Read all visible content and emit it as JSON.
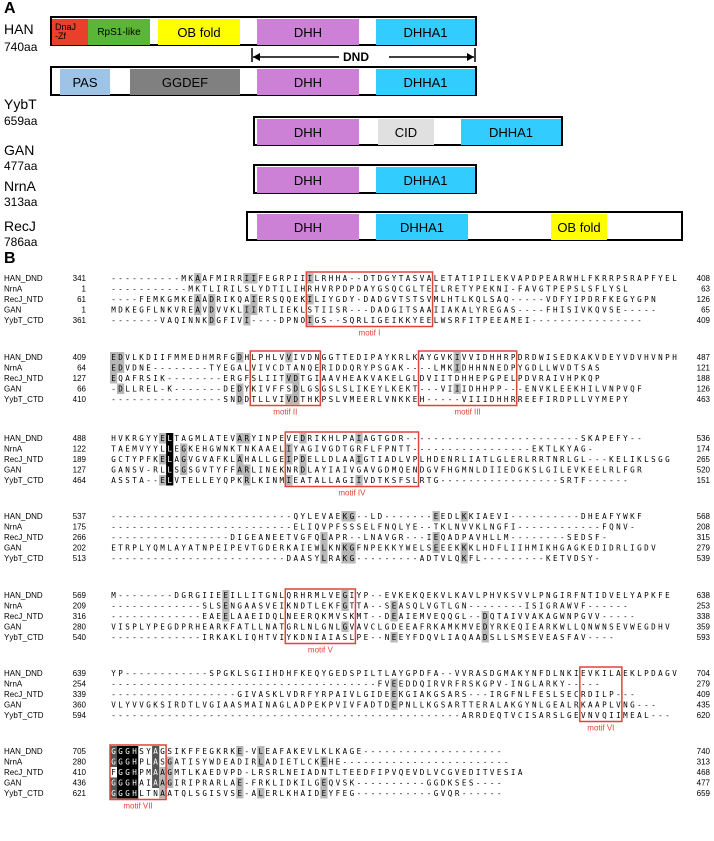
{
  "panel_a": {
    "label": "A",
    "proteins": [
      {
        "name": "HAN",
        "length": "740aa",
        "domains": [
          {
            "label": "DnaJ\n-Zf",
            "color": "#e8402b"
          },
          {
            "label": "RpS1-like",
            "color": "#5bb536"
          },
          {
            "label": "OB fold",
            "color": "#ffff00"
          },
          {
            "label": "DHH",
            "color": "#cc80d6"
          },
          {
            "label": "DHHA1",
            "color": "#33ccff"
          }
        ]
      },
      {
        "name": "YybT",
        "length": "659aa",
        "domains": [
          {
            "label": "PAS",
            "color": "#9dc3e6"
          },
          {
            "label": "GGDEF",
            "color": "#808080"
          },
          {
            "label": "DHH",
            "color": "#cc80d6"
          },
          {
            "label": "DHHA1",
            "color": "#33ccff"
          }
        ]
      },
      {
        "name": "GAN",
        "length": "477aa",
        "domains": [
          {
            "label": "DHH",
            "color": "#cc80d6"
          },
          {
            "label": "CID",
            "color": "#e0e0e0"
          },
          {
            "label": "DHHA1",
            "color": "#33ccff"
          }
        ]
      },
      {
        "name": "NrnA",
        "length": "313aa",
        "domains": [
          {
            "label": "DHH",
            "color": "#cc80d6"
          },
          {
            "label": "DHHA1",
            "color": "#33ccff"
          }
        ]
      },
      {
        "name": "RecJ",
        "length": "786aa",
        "domains": [
          {
            "label": "DHH",
            "color": "#cc80d6"
          },
          {
            "label": "DHHA1",
            "color": "#33ccff"
          },
          {
            "label": "OB fold",
            "color": "#ffff00"
          }
        ]
      }
    ],
    "dnd_label": "DND"
  },
  "panel_b": {
    "label": "B",
    "blocks": [
      {
        "rows": [
          {
            "name": "HAN_DND",
            "start": "341",
            "seq": "----------MKAAFMIRRIIFEGRPIIILRHHA--DTDGYTASVALETATIPILEKVAPDPEARWHLFKRRPSRAPFYEL",
            "end": "408"
          },
          {
            "name": "NrnA",
            "start": "1",
            "seq": "-----------MKTLIRILSLYDTILIHRHVRPDPDAYGSQCGLTEILRETYPEKNI-FAVGTPEPSLSFLYSL",
            "end": "63"
          },
          {
            "name": "RecJ_NTD",
            "start": "61",
            "seq": "----FEMKGMKEAADRIKQAIERSQQEKILIYGDY-DADGVTSTSVMLHTLKQLSAQ-----VDFYIPDRFKEGYGPN",
            "end": "126"
          },
          {
            "name": "GAN",
            "start": "1",
            "seq": "MDKEGFLNKVREAVDVVKLIIRTLIEKLSTIISR---DADGITSAAIIAKALYREGAS----FHISIVKQVSE-----",
            "end": "65"
          },
          {
            "name": "YybT_CTD",
            "start": "361",
            "seq": "-------VAQINNKDGFIVI----DPNOIGS--SQRLIGEIKKYEELWSRFITPEEAMEI----------------",
            "end": "409"
          }
        ],
        "motifs": [
          {
            "label": "motif I"
          }
        ]
      },
      {
        "rows": [
          {
            "name": "HAN_DND",
            "start": "409",
            "seq": "EDVLKDIIFMMEDHMRFGDHLPHLVVIVDNGGTTEDIPAYKRLKAYGVKIVVIDHHRPDRDWISEDKAKVDEYVDVHVNPH",
            "end": "487"
          },
          {
            "name": "NrnA",
            "start": "64",
            "seq": "EDVDNE--------TYEGALVIVCDTANQERIDDQRYPSGAK----LMKIDHHNNEDPYGDLLWVDTSAS",
            "end": "121"
          },
          {
            "name": "RecJ_NTD",
            "start": "127",
            "seq": "EQAFRSIK--------ERGFSLIITVDTGIAAVHEAKVAKELGLDVIITDHHEPGPELPDVRAIVHPKQP",
            "end": "188"
          },
          {
            "name": "GAN",
            "start": "66",
            "seq": "-DLLREL-K-------DEDYKIVFFSDLGSGSLSLIKEYLKEKT---VIIIDHHPP---ENVKLEEKHILVNPVQF",
            "end": "126"
          },
          {
            "name": "YybT_CTD",
            "start": "410",
            "seq": "----------------SNDDTLLVIVDTHKPSLVMEERLVNKKEH-----VIIIDHHRREEFIRDPLLVYMEPY",
            "end": "463"
          }
        ],
        "motifs": [
          {
            "label": "motif II"
          },
          {
            "label": "motif III"
          }
        ]
      },
      {
        "rows": [
          {
            "name": "HAN_DND",
            "start": "488",
            "seq": "HVKRGYYELTAGMLATEVARYINPEVEDRIKHLPAIAGTGDR-------------------------SKAPEFY--",
            "end": "536"
          },
          {
            "name": "NrnA",
            "start": "122",
            "seq": "TAEMVYYLLEGKEHGWNKTNKAAELIYAGIVGDTGRFLFPNTT-----------------EKTLKYAG-",
            "end": "174"
          },
          {
            "name": "RecJ_NTD",
            "start": "189",
            "seq": "GCTYPFKELAGVGVAFKLAHALLGEIPDELLDLAAIGTIADLVPLHDENRLIATLGLERLRRTNRLGL---KELIKLSGG",
            "end": "265"
          },
          {
            "name": "GAN",
            "start": "127",
            "seq": "GANSV-RLLSGSGVTYFFARLINEKNRDLAYIAIVGAVGDMQENDGVFHGMNLDIIEDGKSLGILEVKEELRLFGR",
            "end": "520"
          },
          {
            "name": "YybT_CTD",
            "start": "464",
            "seq": "ASSTA--ELVTELLEYQPKRLKINMIEATALLAGIIVDTKSFSLRTG-----------------SRTF------",
            "end": "151"
          }
        ],
        "motifs": [
          {
            "label": "motif IV"
          }
        ]
      },
      {
        "rows": [
          {
            "name": "HAN_DND",
            "start": "537",
            "seq": "--------------------------QYLEVAEKG--LD-------EEDLKKIAEVI----------DHEAFYWKF",
            "end": "568"
          },
          {
            "name": "NrnA",
            "start": "175",
            "seq": "--------------------------ELIQVPFSSSELFNQLYE--TKLNVVKLNGFI------------FQNV-",
            "end": "208"
          },
          {
            "name": "RecJ_NTD",
            "start": "266",
            "seq": "-----------------DIGEANEETVGFQLAPR--LNAVGR---IEQADPAVHLLM--------SEDSF-",
            "end": "315"
          },
          {
            "name": "GAN",
            "start": "202",
            "seq": "ETRPLYQMLAYATNPEIPEVTGDERKAIEWLKNKGFNPEKKYWELSEEEKKKLHDFLIIHMIKHGAGKEDIDRLIGDV",
            "end": "279"
          },
          {
            "name": "YybT_CTD",
            "start": "513",
            "seq": "-------------------------DAASYLRAKG---------ADTVLQKFL---------KETVDSY-",
            "end": "539"
          }
        ],
        "motifs": []
      },
      {
        "rows": [
          {
            "name": "HAN_DND",
            "start": "569",
            "seq": "M--------DGRGIIEEILLITGNLQRHRMLVEGIYP--EVKEKQEKVLKAVLPHVKSVVLPNGIRFNTIDVELYAPKFE",
            "end": "638"
          },
          {
            "name": "NrnA",
            "start": "209",
            "seq": "-------------SLSENGAASVEIKNDTLEKFGTTA--SEASQLVGTLGN--------ISIGRAWVF------",
            "end": "253"
          },
          {
            "name": "RecJ_NTD",
            "start": "316",
            "seq": "-------------EAEELAAEIDQLNEERQKMVSKMT--DEAIEMVEQQGL--DQTAIVVAKAGWNPGVV-----",
            "end": "338"
          },
          {
            "name": "GAN",
            "start": "280",
            "seq": "VISPLYPEGDPRHEARKFATLLNATGRLNLGNLGVAVCLGDEEAFRKAMKMVEDYRKEQIEARKWLLQNWNSEVWEGDHV",
            "end": "359"
          },
          {
            "name": "YybT_CTD",
            "start": "540",
            "seq": "-------------IRKAKLIQHTVIYKDNIAIASLPE--NEEYFDQVLIAQAADSLLSMSEVEASFAV----",
            "end": "593"
          }
        ],
        "motifs": [
          {
            "label": "motif V"
          }
        ]
      },
      {
        "rows": [
          {
            "name": "HAN_DND",
            "start": "639",
            "seq": "YP------------SPGKLSGIIHDHFKEQYGEDSPILTLAYGPDFA--VVRASDGMAKYNFDLNKIEVKILAEKLPDAGV",
            "end": "704"
          },
          {
            "name": "NrnA",
            "start": "254",
            "seq": "--------------------------------------FVEEDDQIRVRFRSKGPV-INGLARKY-----",
            "end": "279"
          },
          {
            "name": "RecJ_NTD",
            "start": "339",
            "seq": "------------------GIVASKLVDRFYRPAIVLGIDEEKGIAKGSARS---IRGFNLFESLSECRDILP---",
            "end": "409"
          },
          {
            "name": "GAN",
            "start": "360",
            "seq": "VLYVVGKSIRDTLVGIAASMAINAGLADPEKPVIVFADTDEPNLLKGSARTTERALAKGYNLGEALRKAAPLVNG---",
            "end": "435"
          },
          {
            "name": "YybT_CTD",
            "start": "594",
            "seq": "--------------------------------------------------ARRDEQTVCISARSLGEVNVQIIMEAL---",
            "end": "620"
          }
        ],
        "motifs": [
          {
            "label": "motif VI"
          }
        ]
      },
      {
        "rows": [
          {
            "name": "HAN_DND",
            "start": "705",
            "seq": "GGGHSYAGSIKFFEGKRKE-VLEAFAKEVLKLKAGE--------------------",
            "end": "740"
          },
          {
            "name": "NrnA",
            "start": "280",
            "seq": "GGGHPLASGATISYWDEADIRLADIETLCKEHE------------------------",
            "end": "313"
          },
          {
            "name": "RecJ_NTD",
            "start": "410",
            "seq": "FGGHPMAAGMTLKAEDVPD-LRSRLNEIADNTLTEEDFIPVQEVDLVCGVEDITVESIA",
            "end": "468"
          },
          {
            "name": "GAN",
            "start": "436",
            "seq": "GGGHAIAAGIRIPRARLAE-FRKLIDKILGEQVSK----------GGDKSES----",
            "end": "477"
          },
          {
            "name": "YybT_CTD",
            "start": "621",
            "seq": "GGGHLTNAATQLSGISVSE-ALERLKHAIDEYFEG-----------GVQR------",
            "end": "659"
          }
        ],
        "motifs": [
          {
            "label": "motif VII"
          }
        ]
      }
    ]
  }
}
